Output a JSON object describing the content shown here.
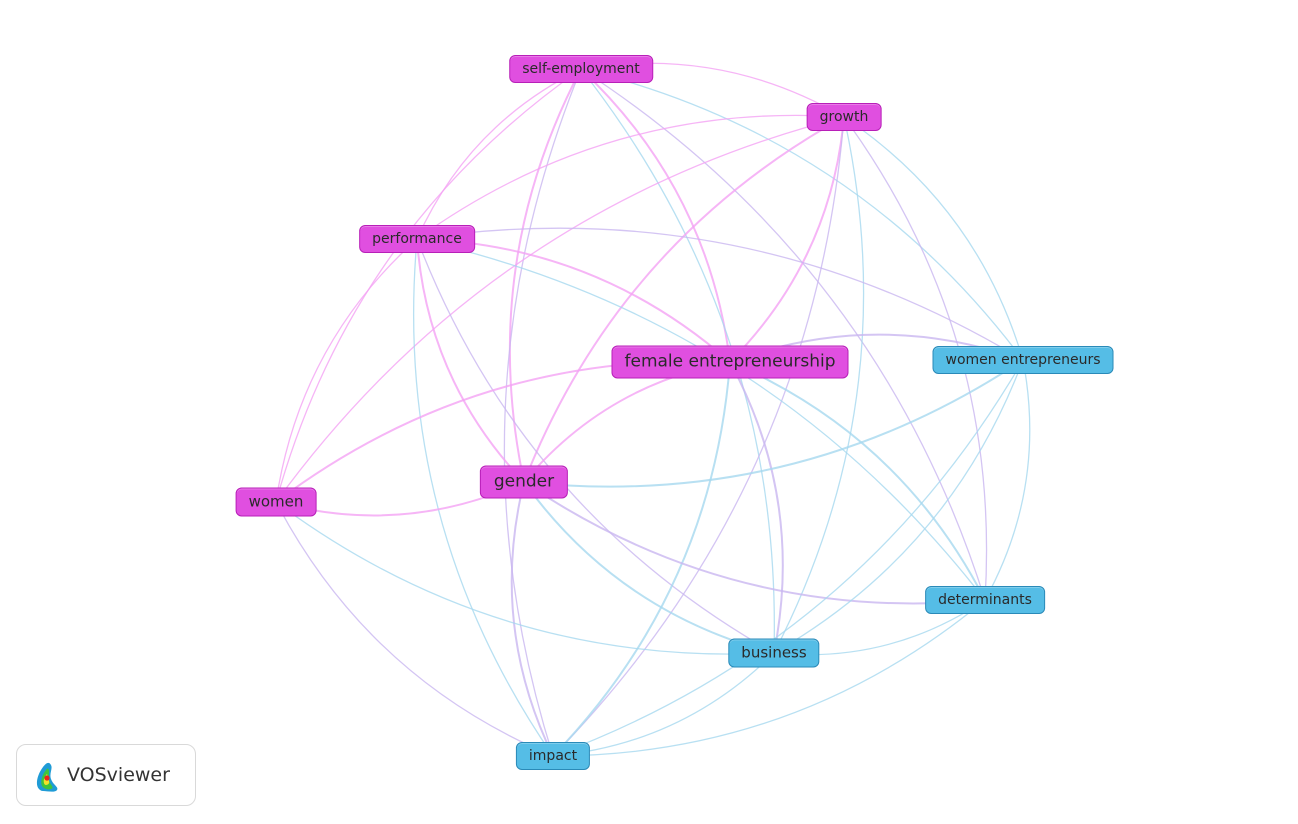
{
  "app": {
    "logo_text": "VOSviewer"
  },
  "colors": {
    "cluster_pink": "#e04fe0",
    "cluster_blue": "#55bde6",
    "link_pink": "#f4a3f4",
    "link_blue": "#a6d8ef"
  },
  "network": {
    "nodes": [
      {
        "id": "self-employment",
        "label": "self-employment",
        "cluster": "pink"
      },
      {
        "id": "growth",
        "label": "growth",
        "cluster": "pink"
      },
      {
        "id": "performance",
        "label": "performance",
        "cluster": "pink"
      },
      {
        "id": "female-entrepreneurship",
        "label": "female entrepreneurship",
        "cluster": "pink"
      },
      {
        "id": "women-entrepreneurs",
        "label": "women entrepreneurs",
        "cluster": "blue"
      },
      {
        "id": "gender",
        "label": "gender",
        "cluster": "pink"
      },
      {
        "id": "women",
        "label": "women",
        "cluster": "pink"
      },
      {
        "id": "determinants",
        "label": "determinants",
        "cluster": "blue"
      },
      {
        "id": "business",
        "label": "business",
        "cluster": "blue"
      },
      {
        "id": "impact",
        "label": "impact",
        "cluster": "blue"
      }
    ],
    "links": [
      [
        "self-employment",
        "growth"
      ],
      [
        "self-employment",
        "performance"
      ],
      [
        "self-employment",
        "female-entrepreneurship"
      ],
      [
        "self-employment",
        "gender"
      ],
      [
        "self-employment",
        "women"
      ],
      [
        "self-employment",
        "women-entrepreneurs"
      ],
      [
        "self-employment",
        "determinants"
      ],
      [
        "self-employment",
        "business"
      ],
      [
        "self-employment",
        "impact"
      ],
      [
        "growth",
        "performance"
      ],
      [
        "growth",
        "female-entrepreneurship"
      ],
      [
        "growth",
        "gender"
      ],
      [
        "growth",
        "women"
      ],
      [
        "growth",
        "women-entrepreneurs"
      ],
      [
        "growth",
        "determinants"
      ],
      [
        "growth",
        "business"
      ],
      [
        "growth",
        "impact"
      ],
      [
        "performance",
        "female-entrepreneurship"
      ],
      [
        "performance",
        "gender"
      ],
      [
        "performance",
        "women"
      ],
      [
        "performance",
        "women-entrepreneurs"
      ],
      [
        "performance",
        "determinants"
      ],
      [
        "performance",
        "business"
      ],
      [
        "performance",
        "impact"
      ],
      [
        "female-entrepreneurship",
        "gender"
      ],
      [
        "female-entrepreneurship",
        "women"
      ],
      [
        "female-entrepreneurship",
        "women-entrepreneurs"
      ],
      [
        "female-entrepreneurship",
        "determinants"
      ],
      [
        "female-entrepreneurship",
        "business"
      ],
      [
        "female-entrepreneurship",
        "impact"
      ],
      [
        "gender",
        "women"
      ],
      [
        "gender",
        "women-entrepreneurs"
      ],
      [
        "gender",
        "determinants"
      ],
      [
        "gender",
        "business"
      ],
      [
        "gender",
        "impact"
      ],
      [
        "women",
        "business"
      ],
      [
        "women",
        "impact"
      ],
      [
        "women-entrepreneurs",
        "determinants"
      ],
      [
        "women-entrepreneurs",
        "business"
      ],
      [
        "women-entrepreneurs",
        "impact"
      ],
      [
        "determinants",
        "business"
      ],
      [
        "determinants",
        "impact"
      ],
      [
        "business",
        "impact"
      ]
    ]
  }
}
